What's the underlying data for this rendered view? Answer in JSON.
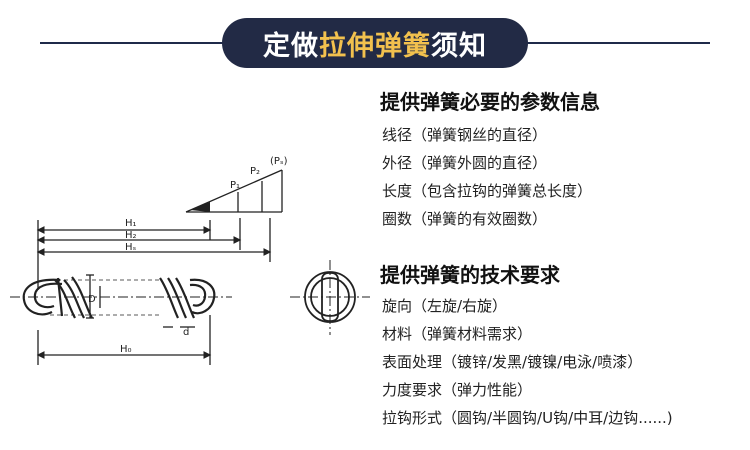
{
  "banner": {
    "part1": "定做",
    "part2": "拉伸弹簧",
    "part3": "须知"
  },
  "section1": {
    "title": "提供弹簧必要的参数信息",
    "items": [
      "线径（弹簧钢丝的直径）",
      "外径（弹簧外圆的直径）",
      "长度（包含拉钩的弹簧总长度）",
      "圈数（弹簧的有效圈数）"
    ]
  },
  "section2": {
    "title": "提供弹簧的技术要求",
    "items": [
      "旋向（左旋/右旋）",
      "材料（弹簧材料需求）",
      "表面处理（镀锌/发黑/镀镍/电泳/喷漆）",
      "力度要求（弹力性能）",
      "拉钩形式（圆钩/半圆钩/U钩/中耳/边钩......)"
    ]
  },
  "drawing": {
    "labels": {
      "h1": "H₁",
      "h2": "H₂",
      "hs": "Hₛ",
      "h0": "H₀",
      "D": "D",
      "d": "d",
      "p1": "P₁",
      "p2": "P₂",
      "ps": "(Pₛ)"
    }
  },
  "colors": {
    "banner_bg": "#222a45",
    "banner_text": "#ffffff",
    "banner_highlight": "#f2c14e"
  }
}
